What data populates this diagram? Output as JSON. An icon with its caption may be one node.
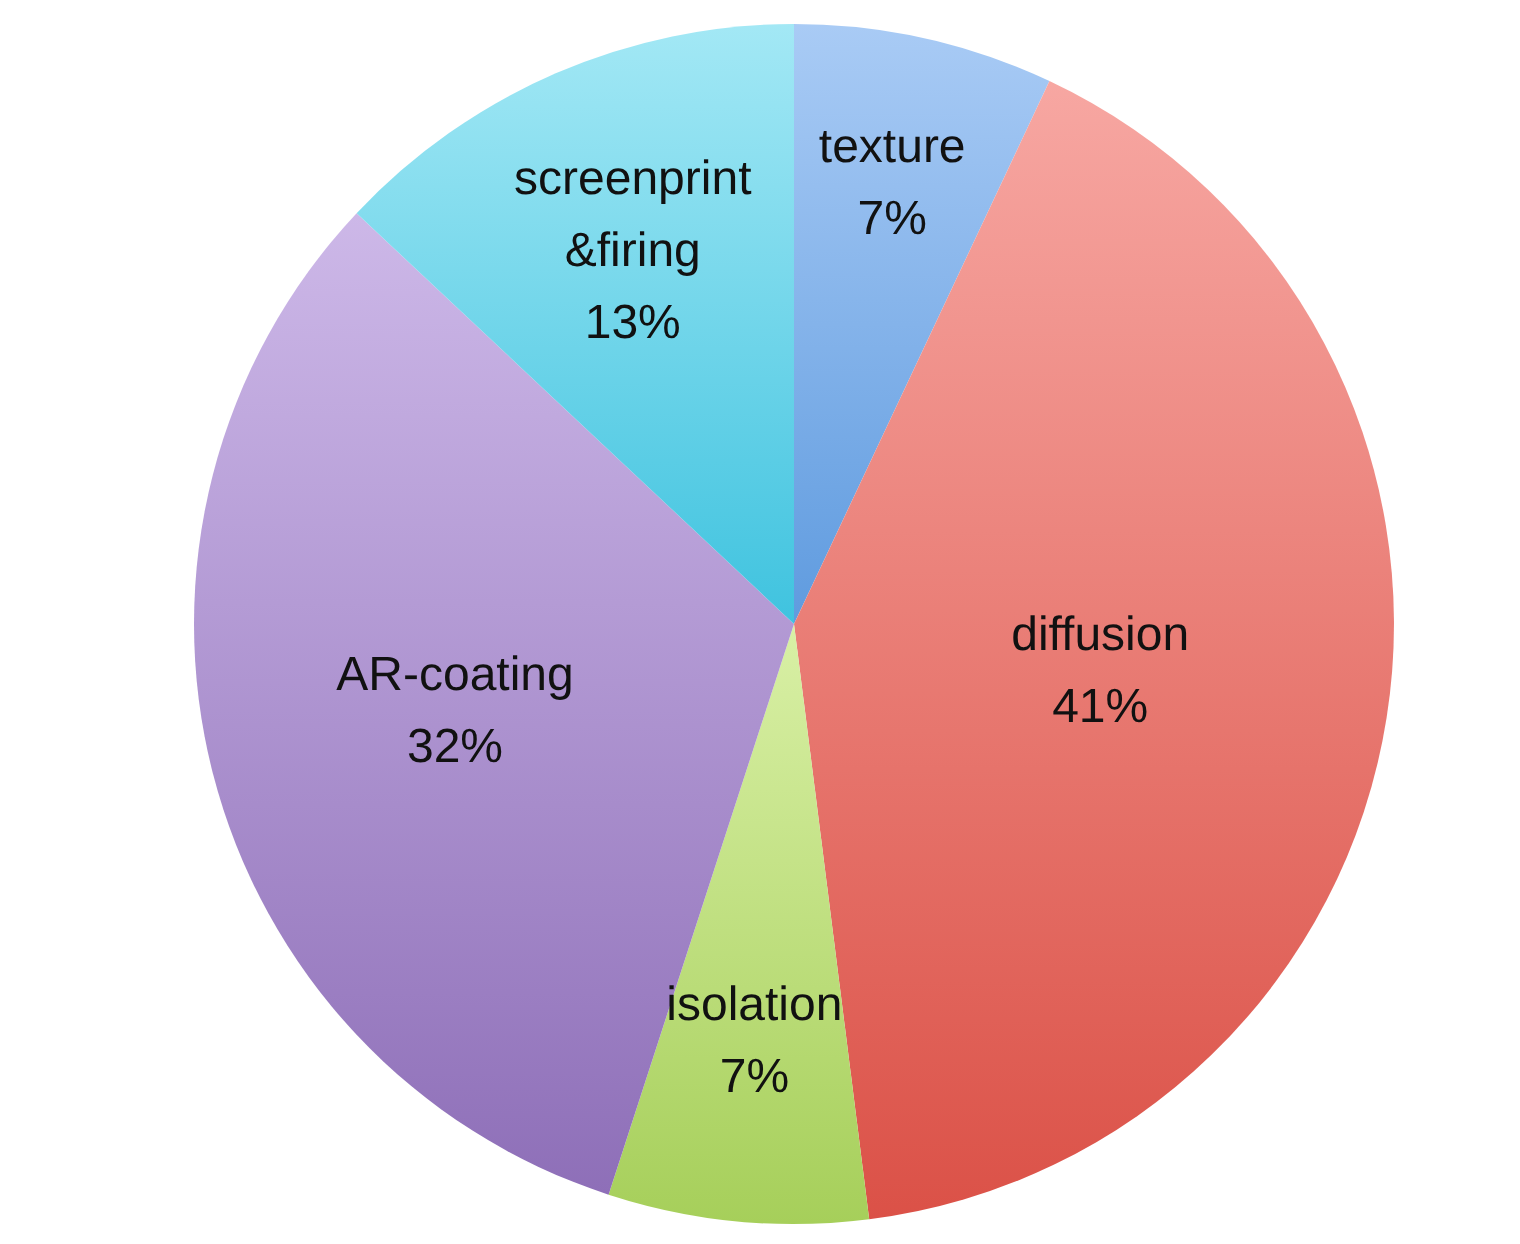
{
  "diagram": {
    "chart_data": {
      "type": "pie",
      "categories": [
        "texture",
        "diffusion",
        "isolation",
        "AR-coating",
        "screenprint &firing"
      ],
      "values": [
        7,
        41,
        7,
        32,
        13
      ],
      "value_labels": [
        "7%",
        "41%",
        "7%",
        "32%",
        "13%"
      ]
    }
  }
}
